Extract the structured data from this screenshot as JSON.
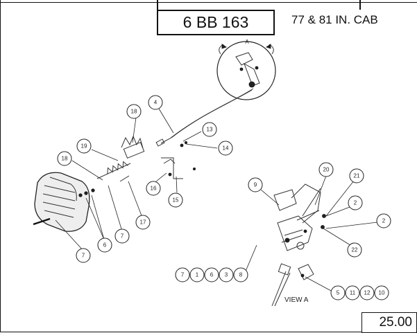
{
  "header": {
    "drawing_number": "6 BB 163",
    "cab_size": "77 & 81 IN. CAB"
  },
  "footer": {
    "page_number": "25.00"
  },
  "diagram": {
    "detail_label": "A",
    "view_label": "VIEW A",
    "callouts_main": [
      "4",
      "18",
      "13",
      "14",
      "19",
      "18",
      "16",
      "15",
      "17",
      "7",
      "6",
      "7"
    ],
    "callouts_view": [
      "9",
      "20",
      "21",
      "2",
      "2",
      "22",
      "7",
      "1",
      "6",
      "3",
      "8",
      "5",
      "11",
      "12",
      "10"
    ]
  }
}
